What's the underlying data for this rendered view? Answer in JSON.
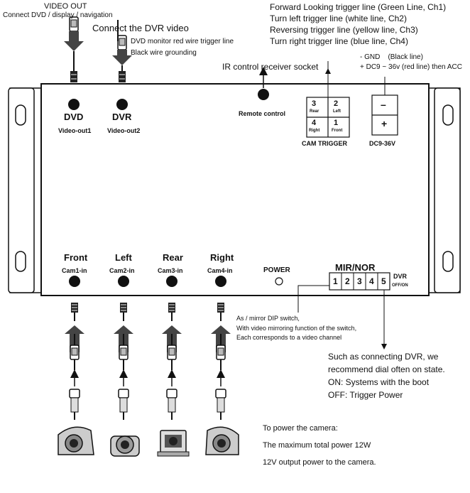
{
  "top": {
    "video_out_title": "VIDEO OUT",
    "video_out_sub": "Connect DVD / display / navigation",
    "dvr_title": "Connect the DVR video",
    "dvr_note1": "DVD monitor red wire trigger line",
    "dvr_note2": "Black wire grounding",
    "ir_note": "IR control receiver socket"
  },
  "trigger_notes": [
    "Forward Looking trigger line (Green Line, Ch1)",
    "Turn left trigger line (white line, Ch2)",
    "Reversing trigger line (yellow line, Ch3)",
    "Turn right trigger line (blue line, Ch4)"
  ],
  "power_notes": {
    "gnd": "- GND    (Black line)",
    "dc": "+ DC9 ~ 36v (red line) then ACC"
  },
  "box": {
    "dvd_label": "DVD",
    "dvd_port": "Video-out1",
    "dvr_label": "DVR",
    "dvr_port": "Video-out2",
    "remote": "Remote control",
    "cam_trigger": "CAM TRIGGER",
    "trigger_cells": [
      {
        "num": "3",
        "name": "Rear"
      },
      {
        "num": "2",
        "name": "Left"
      },
      {
        "num": "4",
        "name": "Right"
      },
      {
        "num": "1",
        "name": "Front"
      }
    ],
    "dc_minus": "–",
    "dc_plus": "+",
    "dc_label": "DC9-36V",
    "cams": [
      {
        "name": "Front",
        "port": "Cam1-in"
      },
      {
        "name": "Left",
        "port": "Cam2-in"
      },
      {
        "name": "Rear",
        "port": "Cam3-in"
      },
      {
        "name": "Right",
        "port": "Cam4-in"
      }
    ],
    "power": "POWER",
    "mir_nor": "MIR/NOR",
    "dip": [
      "1",
      "2",
      "3",
      "4",
      "5"
    ],
    "dvr_side": "DVR",
    "offon": "OFF/ON"
  },
  "dip_notes": [
    "As / mirror DIP switch,",
    "With video mirroring function of the switch,",
    "Each corresponds to a video channel"
  ],
  "dvr_notes": [
    "Such as connecting DVR, we",
    "recommend dial often on state.",
    "ON: Systems with the boot",
    "OFF: Trigger Power"
  ],
  "camera_power_notes": [
    "To power the camera:",
    "The maximum total power 12W",
    "12V output power to the camera."
  ]
}
